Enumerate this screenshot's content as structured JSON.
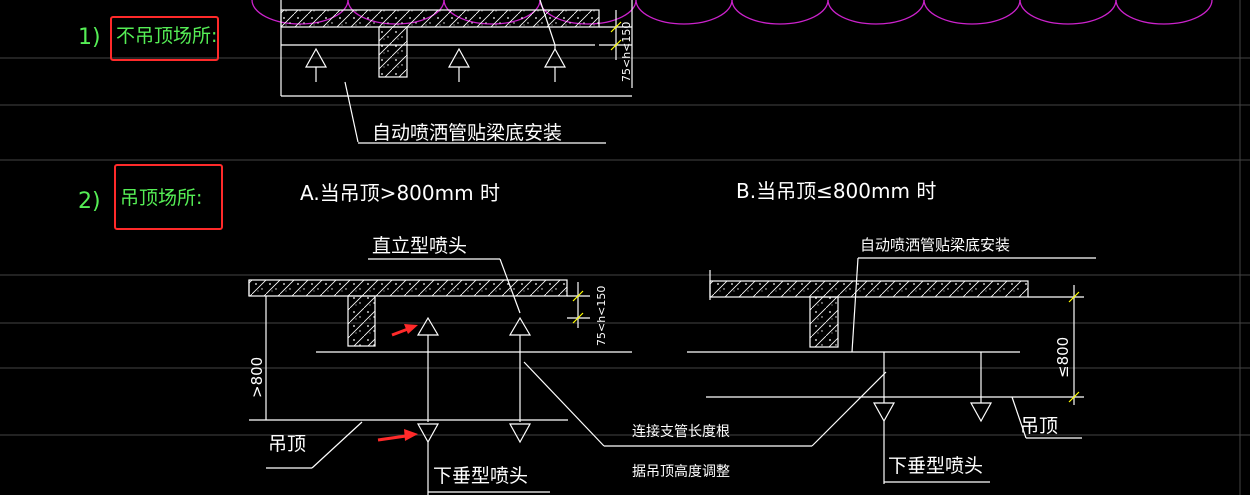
{
  "sections": {
    "s1": {
      "number": "1)",
      "title": "不吊顶场所:"
    },
    "s2": {
      "number": "2)",
      "title": "吊顶场所:"
    }
  },
  "top": {
    "dim_label": "75<h<150",
    "note": "自动喷洒管贴梁底安装"
  },
  "case_a": {
    "heading": "A.当吊顶>800mm 时",
    "upright_head_label": "直立型喷头",
    "dim_label": "75<h<150",
    "height_label": ">800",
    "ceiling_label": "吊顶",
    "pendent_head_label": "下垂型喷头"
  },
  "case_b": {
    "heading": "B.当吊顶≤800mm 时",
    "note": "自动喷洒管贴梁底安装",
    "height_label": "≤800",
    "ceiling_label": "吊顶",
    "pendent_head_label": "下垂型喷头"
  },
  "shared_note": {
    "line1": "连接支管长度根",
    "line2": "据吊顶高度调整"
  },
  "colors": {
    "background": "#000000",
    "drawing": "#ffffff",
    "section_text": "#55ee55",
    "highlight_box": "#ff2a2a",
    "arrow": "#ff2a2a",
    "arc": "#cc22cc",
    "dim_tick": "#ffff00",
    "grid": "#444444"
  }
}
